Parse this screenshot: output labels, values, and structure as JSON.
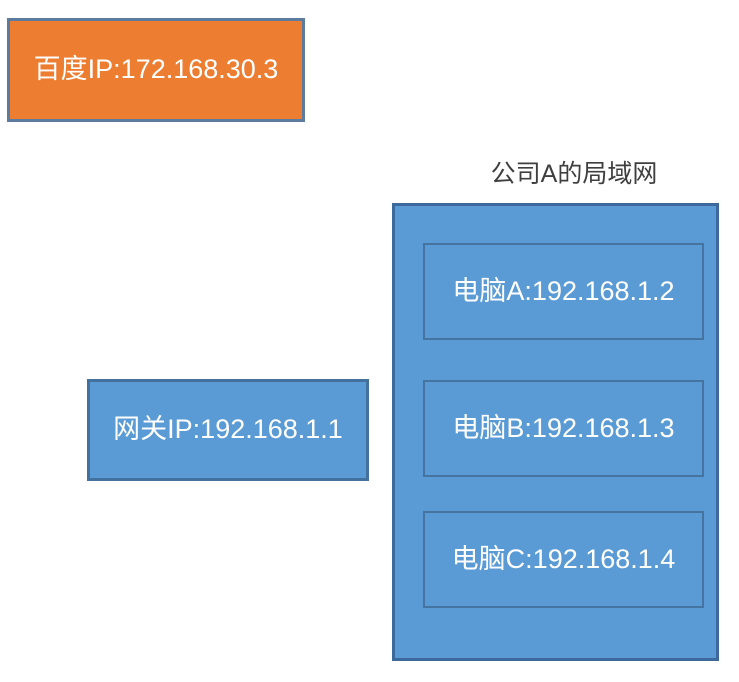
{
  "diagram": {
    "background_color": "#FFFFFF",
    "nodes": {
      "baidu": {
        "label": "百度IP:172.168.30.3",
        "fill": "#ED7D31",
        "border": "#5C7B9E",
        "text_color": "#FFFFFF"
      },
      "gateway": {
        "label": "网关IP:192.168.1.1",
        "fill": "#5B9BD5",
        "border": "#41719C",
        "text_color": "#FFFFFF"
      }
    },
    "lan": {
      "title": "公司A的局域网",
      "title_color": "#3F3F3F",
      "fill": "#5B9BD5",
      "border": "#3C6A9C",
      "computers": [
        {
          "label": "电脑A:192.168.1.2",
          "fill": "#5B9BD5",
          "border": "#44749F",
          "text_color": "#FFFFFF"
        },
        {
          "label": "电脑B:192.168.1.3",
          "fill": "#5B9BD5",
          "border": "#44749F",
          "text_color": "#FFFFFF"
        },
        {
          "label": "电脑C:192.168.1.4",
          "fill": "#5B9BD5",
          "border": "#44749F",
          "text_color": "#FFFFFF"
        }
      ]
    }
  }
}
